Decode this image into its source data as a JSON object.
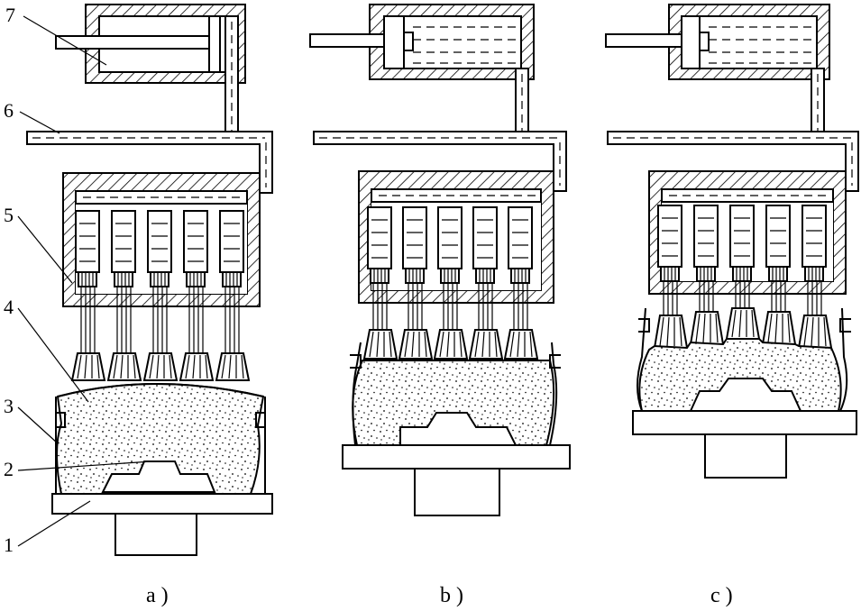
{
  "figure": {
    "callouts": [
      {
        "id": "1",
        "text": "1"
      },
      {
        "id": "2",
        "text": "2"
      },
      {
        "id": "3",
        "text": "3"
      },
      {
        "id": "4",
        "text": "4"
      },
      {
        "id": "5",
        "text": "5"
      },
      {
        "id": "6",
        "text": "6"
      },
      {
        "id": "7",
        "text": "7"
      }
    ],
    "panels": [
      {
        "id": "a",
        "caption": "a )"
      },
      {
        "id": "b",
        "caption": "b )"
      },
      {
        "id": "c",
        "caption": "c )"
      }
    ]
  }
}
